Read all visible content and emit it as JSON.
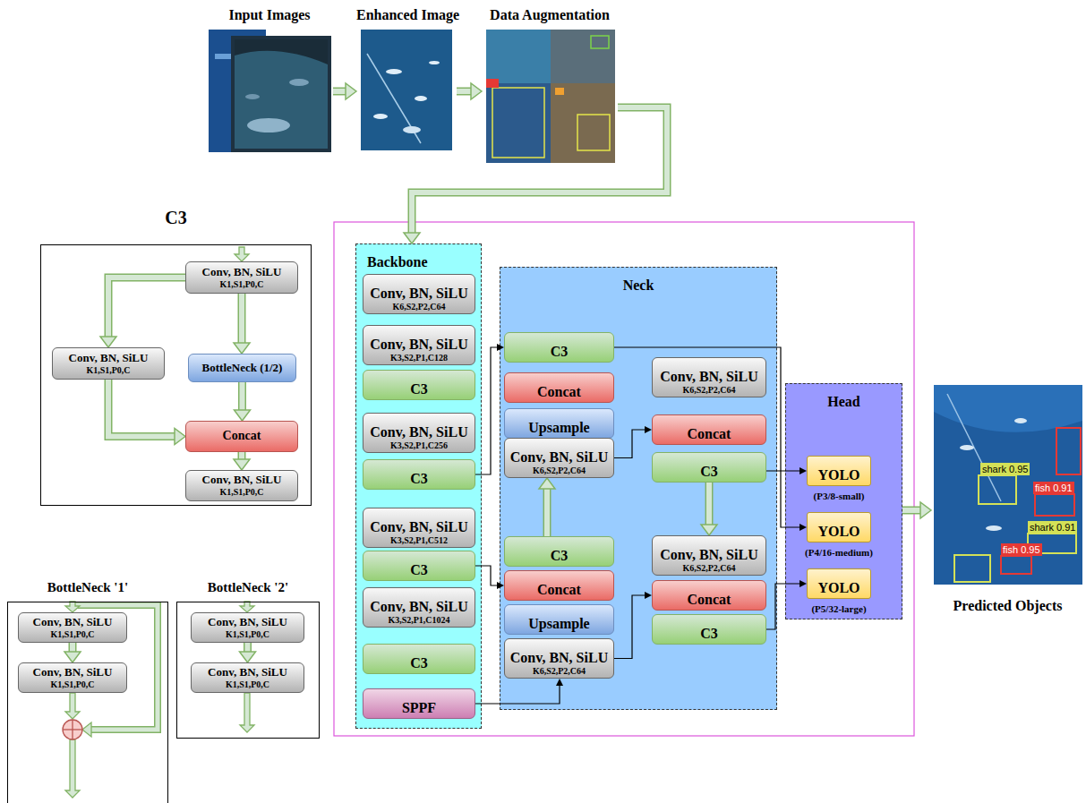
{
  "diagram": {
    "nodes": [
      {
        "text": [
          "Input Images"
        ]
      },
      {
        "text": [
          "Enhanced Image"
        ]
      },
      {
        "text": [
          "Data Augmentation"
        ]
      },
      {
        "text": [
          "C3"
        ]
      },
      {
        "text": [
          "Conv, BN, SiLU",
          "K1,S1,P0,C"
        ],
        "in": 3
      },
      {
        "text": [
          "Conv, BN, SiLU",
          "K1,S1,P0,C"
        ],
        "in": 3
      },
      {
        "text": [
          "BottleNeck (1/2)"
        ],
        "in": 3
      },
      {
        "text": [
          "Concat"
        ],
        "in": 3
      },
      {
        "text": [
          "Conv, BN, SiLU",
          "K1,S1,P0,C"
        ],
        "in": 3
      },
      {
        "text": [
          "BottleNeck '1'"
        ]
      },
      {
        "text": [
          "Conv, BN, SiLU",
          "K1,S1,P0,C"
        ],
        "in": 9
      },
      {
        "text": [
          "Conv, BN, SiLU",
          "K1,S1,P0,C"
        ],
        "in": 9
      },
      {
        "text": [
          "BottleNeck '2'"
        ]
      },
      {
        "text": [
          "Conv, BN, SiLU",
          "K1,S1,P0,C"
        ],
        "in": 12
      },
      {
        "text": [
          "Conv, BN, SiLU",
          "K1,S1,P0,C"
        ],
        "in": 12
      },
      {
        "text": [
          "Backbone"
        ]
      },
      {
        "text": [
          "Conv, BN, SiLU",
          "K6,S2,P2,C64"
        ],
        "in": 15
      },
      {
        "text": [
          "Conv, BN, SiLU",
          "K3,S2,P1,C128"
        ],
        "in": 15
      },
      {
        "text": [
          "C3"
        ],
        "in": 15
      },
      {
        "text": [
          "Conv, BN, SiLU",
          "K3,S2,P1,C256"
        ],
        "in": 15
      },
      {
        "text": [
          "C3"
        ],
        "in": 15
      },
      {
        "text": [
          "Conv, BN, SiLU",
          "K3,S2,P1,C512"
        ],
        "in": 15
      },
      {
        "text": [
          "C3"
        ],
        "in": 15
      },
      {
        "text": [
          "Conv, BN, SiLU",
          "K3,S2,P1,C1024"
        ],
        "in": 15
      },
      {
        "text": [
          "C3"
        ],
        "in": 15
      },
      {
        "text": [
          "SPPF"
        ],
        "in": 15
      },
      {
        "text": [
          "Neck"
        ]
      },
      {
        "text": [
          "C3"
        ],
        "in": 26
      },
      {
        "text": [
          "Concat"
        ],
        "in": 26
      },
      {
        "text": [
          "Upsample"
        ],
        "in": 26
      },
      {
        "text": [
          "Conv, BN, SiLU",
          "K6,S2,P2,C64"
        ],
        "in": 26
      },
      {
        "text": [
          "C3"
        ],
        "in": 26
      },
      {
        "text": [
          "Concat"
        ],
        "in": 26
      },
      {
        "text": [
          "Upsample"
        ],
        "in": 26
      },
      {
        "text": [
          "Conv, BN, SiLU",
          "K6,S2,P2,C64"
        ],
        "in": 26
      },
      {
        "text": [
          "Conv, BN, SiLU",
          "K6,S2,P2,C64"
        ],
        "in": 26
      },
      {
        "text": [
          "Concat"
        ],
        "in": 26
      },
      {
        "text": [
          "C3"
        ],
        "in": 26
      },
      {
        "text": [
          "Conv, BN, SiLU",
          "K6,S2,P2,C64"
        ],
        "in": 26
      },
      {
        "text": [
          "Concat"
        ],
        "in": 26
      },
      {
        "text": [
          "C3"
        ],
        "in": 26
      },
      {
        "text": [
          "Head"
        ]
      },
      {
        "text": [
          "YOLO",
          "(P3/8-small)"
        ],
        "in": 41
      },
      {
        "text": [
          "YOLO",
          "(P4/16-medium)"
        ],
        "in": 41
      },
      {
        "text": [
          "YOLO",
          "(P5/32-large)"
        ],
        "in": 41
      },
      {
        "text": [
          "Predicted Objects"
        ]
      }
    ],
    "edges": [
      {
        "from": 0,
        "to": 1,
        "arrow": "to"
      },
      {
        "from": 1,
        "to": 2,
        "arrow": "to"
      },
      {
        "from": 2,
        "to": 15,
        "arrow": "to"
      },
      {
        "from": 4,
        "to": 5,
        "arrow": "to"
      },
      {
        "from": 4,
        "to": 6,
        "arrow": "to"
      },
      {
        "from": 5,
        "to": 7,
        "arrow": "to"
      },
      {
        "from": 6,
        "to": 7,
        "arrow": "to"
      },
      {
        "from": 7,
        "to": 8,
        "arrow": "to"
      },
      {
        "from": 10,
        "to": 11,
        "arrow": "to"
      },
      {
        "from": 13,
        "to": 14,
        "arrow": "to"
      },
      {
        "from": 20,
        "to": 27,
        "arrow": "to"
      },
      {
        "from": 22,
        "to": 32,
        "arrow": "to"
      },
      {
        "from": 25,
        "to": 34,
        "arrow": "to"
      },
      {
        "from": 30,
        "to": 36,
        "arrow": "to"
      },
      {
        "from": 34,
        "to": 39,
        "arrow": "to"
      },
      {
        "from": 31,
        "to": 30,
        "arrow": "to"
      },
      {
        "from": 37,
        "to": 38,
        "arrow": "to"
      },
      {
        "from": 27,
        "to": 43,
        "arrow": "to"
      },
      {
        "from": 37,
        "to": 42,
        "arrow": "to"
      },
      {
        "from": 40,
        "to": 44,
        "arrow": "to"
      },
      {
        "from": 41,
        "to": 45,
        "arrow": "to"
      }
    ],
    "labels": [
      "shark 0.95",
      "fish 0.95",
      "shark 0.91",
      "fish 0.91"
    ]
  }
}
